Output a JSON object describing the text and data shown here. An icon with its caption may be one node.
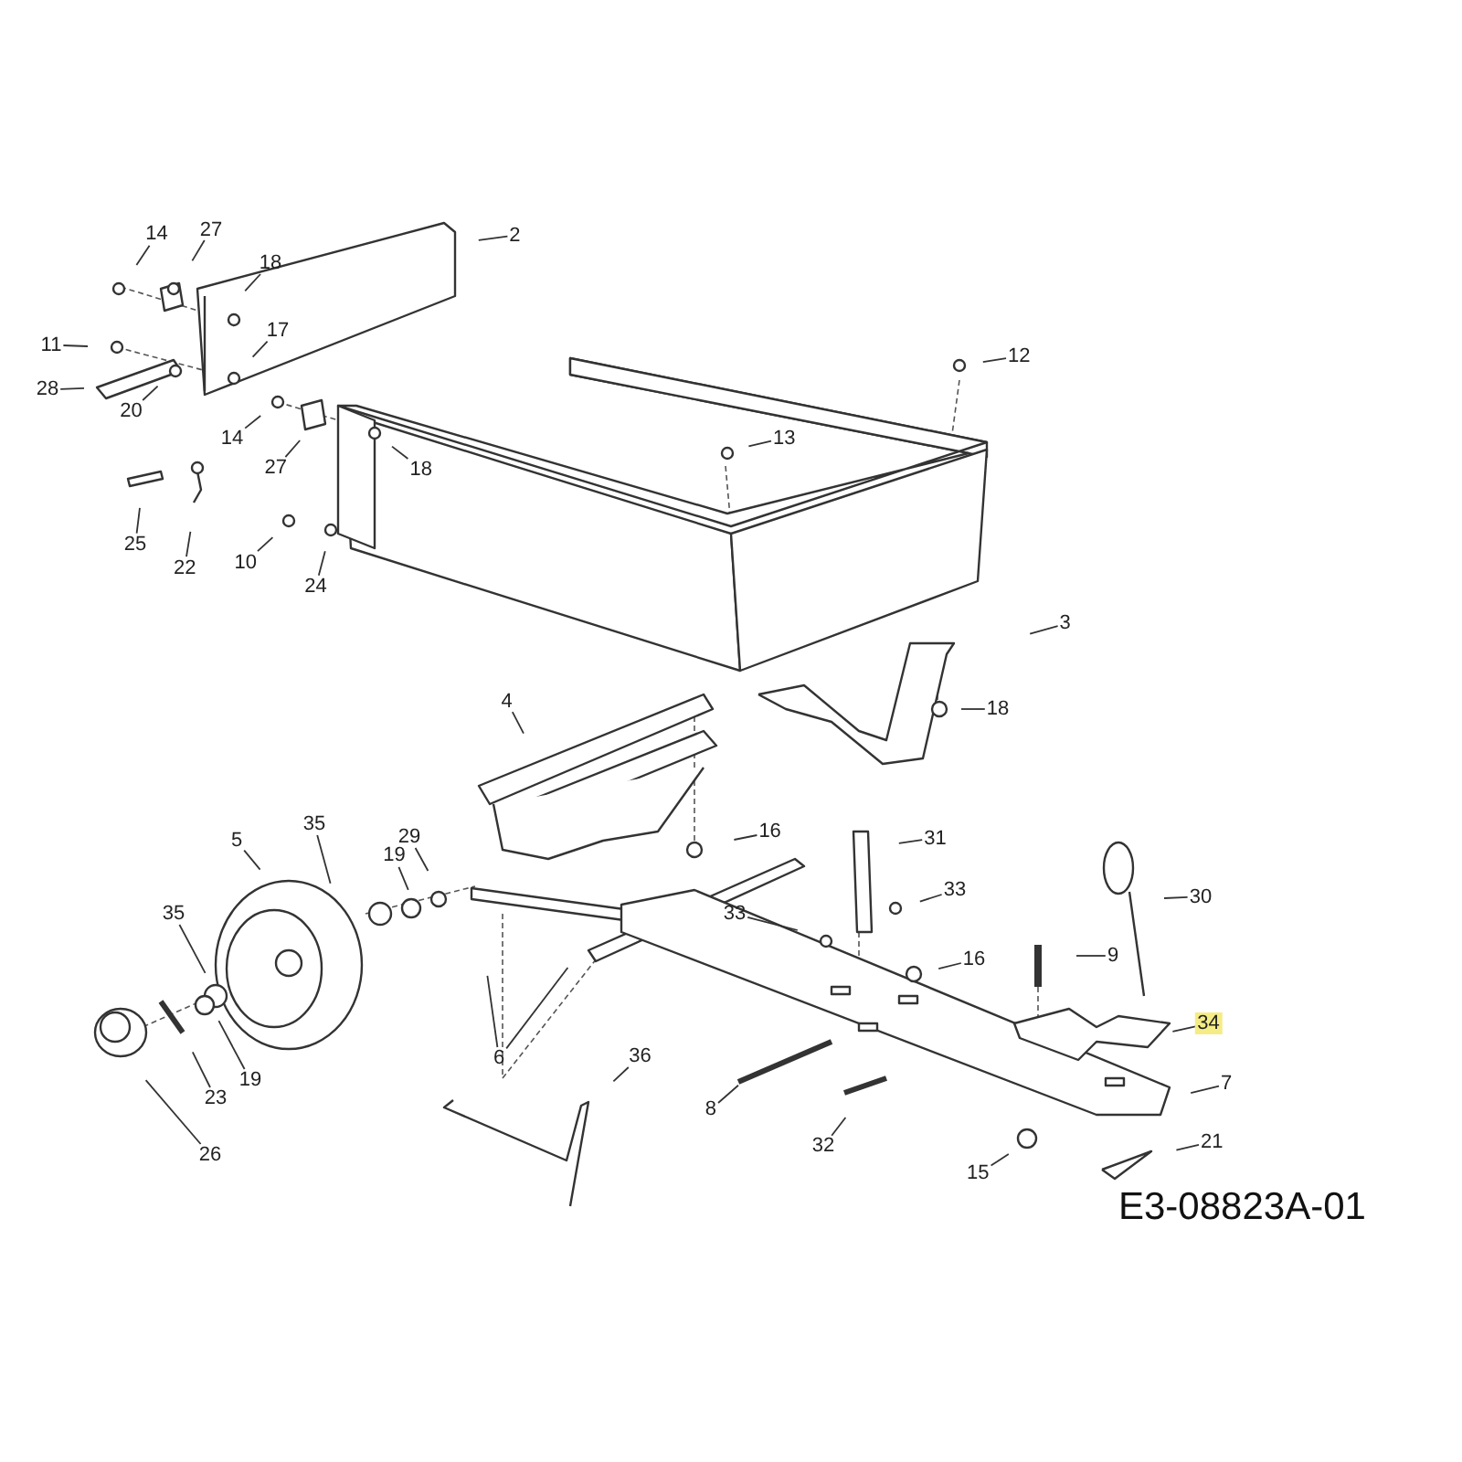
{
  "diagram": {
    "nodes": [
      {
        "text": [
          "14"
        ]
      },
      {
        "text": [
          "27"
        ]
      },
      {
        "text": [
          "2"
        ]
      },
      {
        "text": [
          "18"
        ]
      },
      {
        "text": [
          "17"
        ]
      },
      {
        "text": [
          "11"
        ]
      },
      {
        "text": [
          "12"
        ]
      },
      {
        "text": [
          "28"
        ]
      },
      {
        "text": [
          "20"
        ]
      },
      {
        "text": [
          "14"
        ]
      },
      {
        "text": [
          "13"
        ]
      },
      {
        "text": [
          "18"
        ]
      },
      {
        "text": [
          "27"
        ]
      },
      {
        "text": [
          "25"
        ]
      },
      {
        "text": [
          "22"
        ]
      },
      {
        "text": [
          "10"
        ]
      },
      {
        "text": [
          "24"
        ]
      },
      {
        "text": [
          "3"
        ]
      },
      {
        "text": [
          "4"
        ]
      },
      {
        "text": [
          "18"
        ]
      },
      {
        "text": [
          "35"
        ]
      },
      {
        "text": [
          "16"
        ]
      },
      {
        "text": [
          "29"
        ]
      },
      {
        "text": [
          "31"
        ]
      },
      {
        "text": [
          "5"
        ]
      },
      {
        "text": [
          "19"
        ]
      },
      {
        "text": [
          "30"
        ]
      },
      {
        "text": [
          "33"
        ]
      },
      {
        "text": [
          "35"
        ]
      },
      {
        "text": [
          "33"
        ]
      },
      {
        "text": [
          "9"
        ]
      },
      {
        "text": [
          "16"
        ]
      },
      {
        "text": [
          "34"
        ]
      },
      {
        "text": [
          "6"
        ]
      },
      {
        "text": [
          "36"
        ]
      },
      {
        "text": [
          "19"
        ]
      },
      {
        "text": [
          "7"
        ]
      },
      {
        "text": [
          "8"
        ]
      },
      {
        "text": [
          "23"
        ]
      },
      {
        "text": [
          "32"
        ]
      },
      {
        "text": [
          "26"
        ]
      },
      {
        "text": [
          "21"
        ]
      },
      {
        "text": [
          "15"
        ]
      }
    ],
    "edges": [
      {
        "from": 0,
        "to": null,
        "arrow": "none"
      },
      {
        "from": 1,
        "to": null,
        "arrow": "none"
      },
      {
        "from": 2,
        "to": null,
        "arrow": "none"
      },
      {
        "from": 3,
        "to": null,
        "arrow": "none"
      },
      {
        "from": 4,
        "to": null,
        "arrow": "none"
      },
      {
        "from": 5,
        "to": null,
        "arrow": "none"
      },
      {
        "from": 6,
        "to": null,
        "arrow": "none"
      },
      {
        "from": 7,
        "to": null,
        "arrow": "none"
      },
      {
        "from": 8,
        "to": null,
        "arrow": "none"
      },
      {
        "from": 9,
        "to": null,
        "arrow": "none"
      },
      {
        "from": 10,
        "to": null,
        "arrow": "none"
      },
      {
        "from": 11,
        "to": null,
        "arrow": "none"
      },
      {
        "from": 12,
        "to": null,
        "arrow": "none"
      },
      {
        "from": 13,
        "to": null,
        "arrow": "none"
      },
      {
        "from": 14,
        "to": null,
        "arrow": "none"
      },
      {
        "from": 15,
        "to": null,
        "arrow": "none"
      },
      {
        "from": 16,
        "to": null,
        "arrow": "none"
      },
      {
        "from": 17,
        "to": null,
        "arrow": "none"
      },
      {
        "from": 18,
        "to": null,
        "arrow": "none"
      },
      {
        "from": 19,
        "to": null,
        "arrow": "none"
      },
      {
        "from": 20,
        "to": null,
        "arrow": "none"
      },
      {
        "from": 21,
        "to": null,
        "arrow": "none"
      },
      {
        "from": 22,
        "to": null,
        "arrow": "none"
      },
      {
        "from": 23,
        "to": null,
        "arrow": "none"
      },
      {
        "from": 24,
        "to": null,
        "arrow": "none"
      },
      {
        "from": 25,
        "to": null,
        "arrow": "none"
      },
      {
        "from": 26,
        "to": null,
        "arrow": "none"
      },
      {
        "from": 27,
        "to": null,
        "arrow": "none"
      },
      {
        "from": 28,
        "to": null,
        "arrow": "none"
      },
      {
        "from": 29,
        "to": null,
        "arrow": "none"
      },
      {
        "from": 30,
        "to": null,
        "arrow": "none"
      },
      {
        "from": 31,
        "to": null,
        "arrow": "none"
      },
      {
        "from": 32,
        "to": null,
        "arrow": "none"
      },
      {
        "from": 33,
        "to": null,
        "arrow": "none"
      },
      {
        "from": 33,
        "to": null,
        "arrow": "none"
      },
      {
        "from": 34,
        "to": null,
        "arrow": "none"
      },
      {
        "from": 35,
        "to": null,
        "arrow": "none"
      },
      {
        "from": 36,
        "to": null,
        "arrow": "none"
      },
      {
        "from": 37,
        "to": null,
        "arrow": "none"
      },
      {
        "from": 38,
        "to": null,
        "arrow": "none"
      },
      {
        "from": 39,
        "to": null,
        "arrow": "none"
      },
      {
        "from": 40,
        "to": null,
        "arrow": "none"
      },
      {
        "from": 41,
        "to": null,
        "arrow": "none"
      },
      {
        "from": 42,
        "to": null,
        "arrow": "none"
      }
    ],
    "labels": [
      "E3-08823A-01"
    ]
  }
}
